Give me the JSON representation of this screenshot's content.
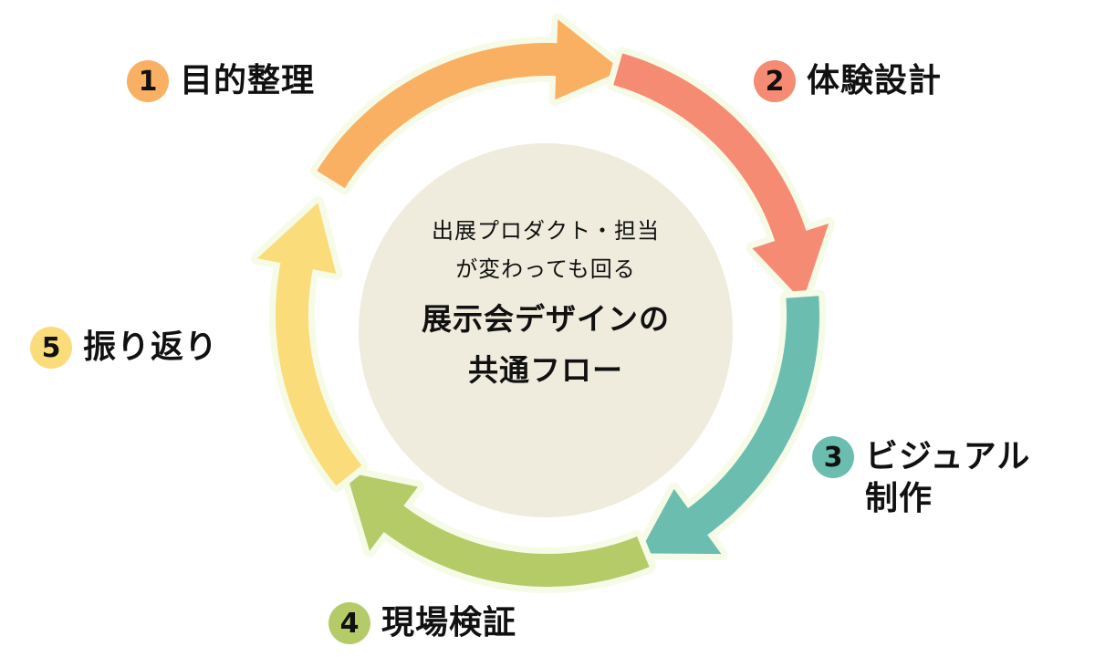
{
  "center": {
    "subtitle_line1": "出展プロダクト・担当",
    "subtitle_line2": "が変わっても回る",
    "title_line1": "展示会デザインの",
    "title_line2": "共通フロー"
  },
  "steps": [
    {
      "number": "1",
      "label": "目的整理",
      "color": "#f9b062"
    },
    {
      "number": "2",
      "label": "体験設計",
      "color": "#f58b72"
    },
    {
      "number": "3",
      "label": "ビジュアル",
      "label2": "制作",
      "color": "#6bbdb0"
    },
    {
      "number": "4",
      "label": "現場検証",
      "color": "#b5cb68"
    },
    {
      "number": "5",
      "label": "振り返り",
      "color": "#fbdc7a"
    }
  ],
  "outline_color": "#f6fbe8",
  "center_color": "#f0ecdd"
}
